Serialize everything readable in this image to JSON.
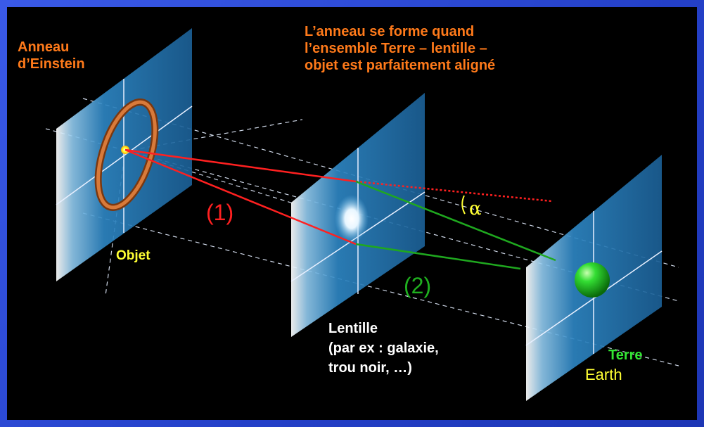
{
  "labels": {
    "ring": "Anneau\nd’Einstein",
    "alignment_note": "L’anneau se forme quand\nl’ensemble Terre – lentille –\nobjet est parfaitement aligné",
    "object": "Objet",
    "lens": "Lentille\n(par ex : galaxie,\ntrou noir, …)",
    "earth_fr": "Terre",
    "earth_en": "Earth",
    "path_1": "(1)",
    "path_2": "(2)",
    "angle": "α"
  },
  "colors": {
    "border": "#2f4fd6",
    "background": "#000000",
    "orange_text": "#ff7a1a",
    "red_path": "#ff2020",
    "green_path": "#22b022",
    "yellow": "#ffff33",
    "earth": "#22cc22",
    "ring": "#c8612a",
    "plane": "#1e6fa8"
  }
}
